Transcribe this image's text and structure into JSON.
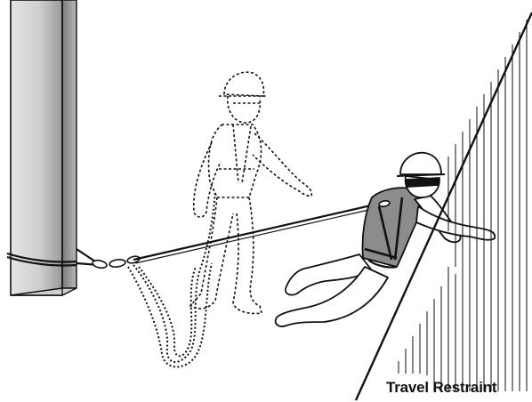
{
  "caption": "Travel Restraint",
  "colors": {
    "line": "#111111",
    "background": "#ffffff",
    "column_shadow": "#8a8a8a",
    "column_face": "#d6d6d6",
    "shirt": "#8c8c8c",
    "glasses": "#111111"
  },
  "figures": {
    "column": "concrete-column-anchor",
    "ghost_worker": "worker-dashed-outline",
    "active_worker": "worker-restrained-at-edge",
    "lanyard": "restraint-lanyard",
    "slope": "roof-slope-edge"
  }
}
